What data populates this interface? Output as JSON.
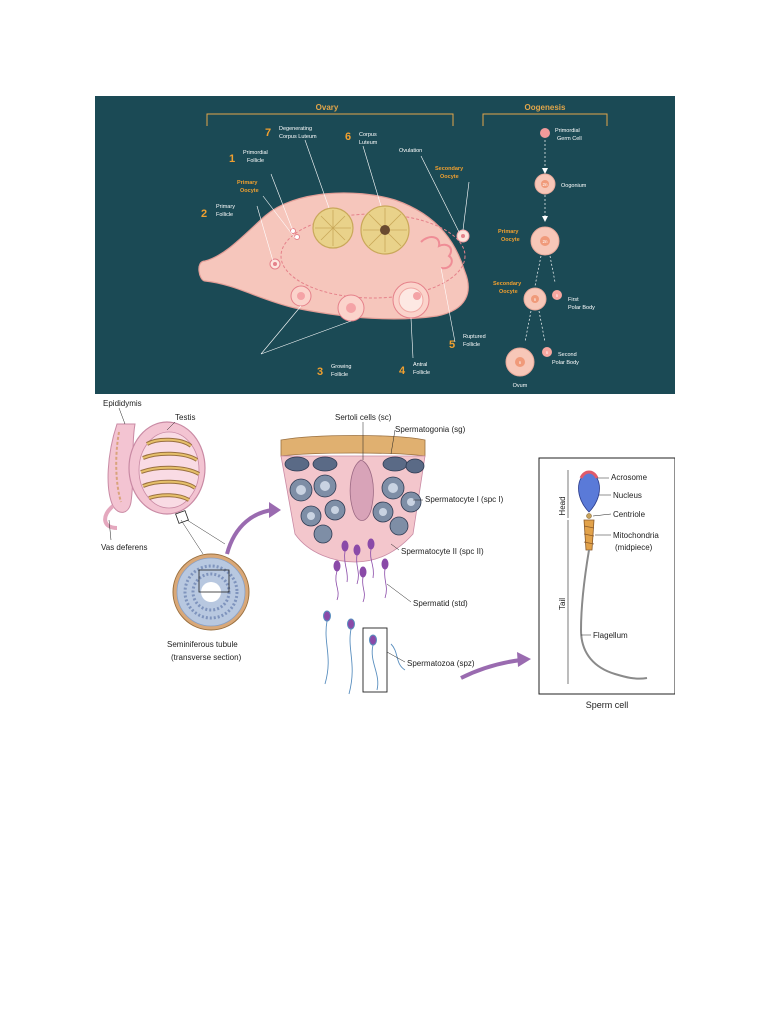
{
  "ovary": {
    "title": "Ovary",
    "labels": {
      "n1": "1",
      "primordial_follicle": [
        "Primordial",
        "Follicle"
      ],
      "n2": "2",
      "primary_follicle": [
        "Primary",
        "Follicle"
      ],
      "primary_oocyte": [
        "Primary",
        "Oocyte"
      ],
      "n3": "3",
      "growing_follicle": [
        "Growing",
        "Follicle"
      ],
      "n4": "4",
      "antral_follicle": [
        "Antral",
        "Follicle"
      ],
      "n5": "5",
      "ruptured_follicle": [
        "Ruptured",
        "Follicle"
      ],
      "n6": "6",
      "corpus_luteum": [
        "Corpus",
        "Luteum"
      ],
      "n7": "7",
      "degenerating_corpus_luteum": [
        "Degenerating",
        "Corpus Luteum"
      ],
      "ovulation": "Ovulation",
      "secondary_oocyte": [
        "Secondary",
        "Oocyte"
      ]
    }
  },
  "oogenesis": {
    "title": "Oogenesis",
    "primordial_germ_cell": [
      "Primordial",
      "Germ Cell"
    ],
    "oogonium_mark": "2n",
    "oogonium": "Oogonium",
    "primary_oocyte": [
      "Primary",
      "Oocyte"
    ],
    "primary_oocyte_mark": "2n",
    "secondary_oocyte": [
      "Secondary",
      "Oocyte"
    ],
    "secondary_oocyte_mark": "n",
    "first_polar_mark": "n",
    "first_polar_body": [
      "First",
      "Polar Body"
    ],
    "second_polar_mark": "n",
    "second_polar_body": [
      "Second",
      "Polar Body"
    ],
    "ovum_mark": "n",
    "ovum": "Ovum"
  },
  "testis": {
    "epididymis": "Epididymis",
    "testis": "Testis",
    "vas_deferens": "Vas deferens",
    "tubule": [
      "Seminiferous tubule",
      "(transverse section)"
    ],
    "sertoli": "Sertoli cells (sc)",
    "spermatogonia": "Spermatogonia (sg)",
    "spermatocyte1": "Spermatocyte I (spc I)",
    "spermatocyte2": "Spermatocyte II (spc II)",
    "spermatid": "Spermatid (std)",
    "spermatozoa": "Spermatozoa (spz)"
  },
  "sperm": {
    "head": "Head",
    "tail": "Tail",
    "acrosome": "Acrosome",
    "nucleus": "Nucleus",
    "centriole": "Centriole",
    "mitochondria": [
      "Mitochondria",
      "(midpiece)"
    ],
    "flagellum": "Flagellum",
    "caption": "Sperm cell"
  },
  "colors": {
    "panel_bg": "#1b4a55",
    "accent_orange": "#f0a030",
    "ovary_pink": "#f6c6bc"
  }
}
